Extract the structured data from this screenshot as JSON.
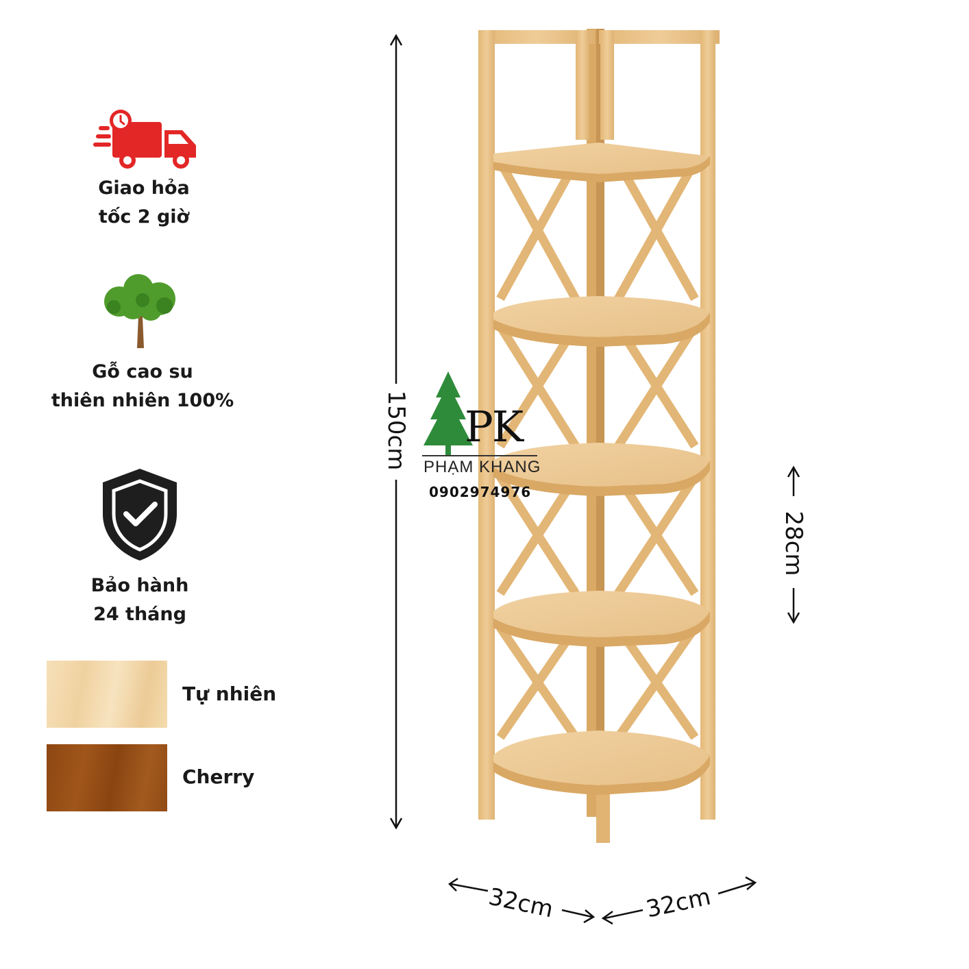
{
  "features": [
    {
      "icon": "delivery-truck-icon",
      "line1": "Giao hỏa",
      "line2": "tốc 2 giờ",
      "color": "#e32626"
    },
    {
      "icon": "tree-icon",
      "line1": "Gỗ cao su",
      "line2": "thiên nhiên 100%",
      "color": "#4a9a2a"
    },
    {
      "icon": "shield-check-icon",
      "line1": "Bảo hành",
      "line2": "24 tháng",
      "color": "#1e1e1e"
    }
  ],
  "colors": [
    {
      "label": "Tự nhiên",
      "hex": "#f3d9a9"
    },
    {
      "label": "Cherry",
      "hex": "#9a5016"
    }
  ],
  "dimensions": {
    "height": "150cm",
    "shelf_spacing": "28cm",
    "width_left": "32cm",
    "width_right": "32cm"
  },
  "brand": {
    "logo": "PK",
    "name": "PHẠM KHANG",
    "phone": "0902974976",
    "accent": "#2e8b3a"
  },
  "wood_color": "#e9c48e"
}
